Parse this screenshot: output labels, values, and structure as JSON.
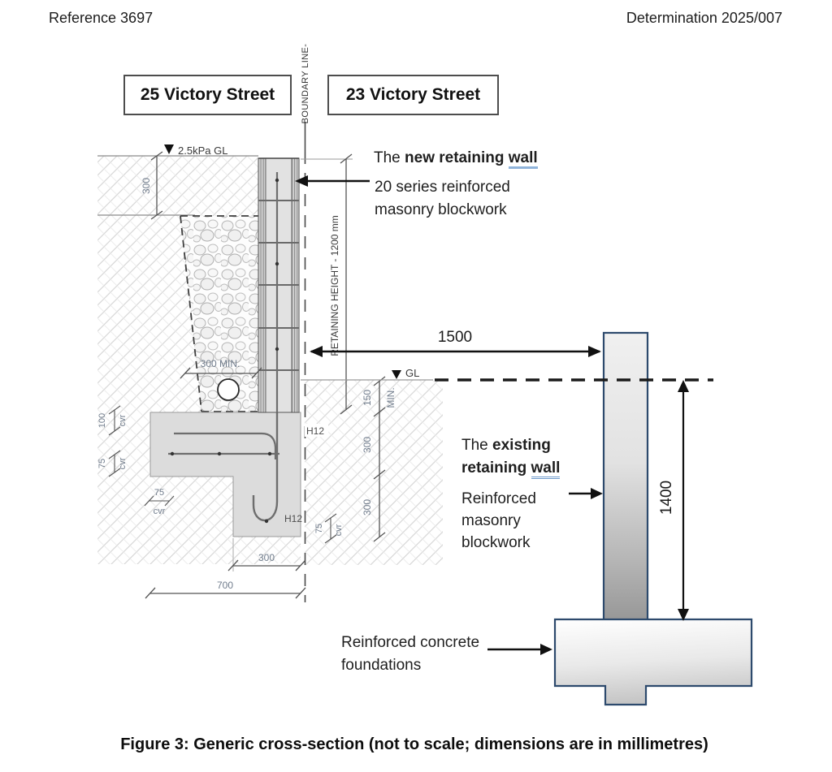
{
  "header": {
    "left": "Reference 3697",
    "right": "Determination 2025/007"
  },
  "properties": {
    "left": "25 Victory Street",
    "right": "23 Victory Street"
  },
  "boundary_label": "BOUNDARY LINE-",
  "new_wall": {
    "title_pre": "The ",
    "title_bold": "new retaining ",
    "title_wall": "wall",
    "desc1": "20 series reinforced",
    "desc2": "masonry blockwork"
  },
  "existing_wall": {
    "title_pre": "The ",
    "title_bold1": "existing",
    "title_bold2": "retaining ",
    "title_wall": "wall",
    "desc1": "Reinforced",
    "desc2": "masonry",
    "desc3": "blockwork"
  },
  "foundations": {
    "line1": "Reinforced concrete",
    "line2": "foundations"
  },
  "dims": {
    "surcharge": "2.5kPa GL",
    "top_300": "300",
    "gravel_300min": "300 MIN.",
    "retaining_height": "RETAINING HEIGHT - 1200 mm",
    "gap_1500": "1500",
    "gl": "GL",
    "r150": "150",
    "min": "MIN.",
    "r300a": "300",
    "r300b": "300",
    "c100": "100",
    "c75": "75",
    "cvr": "cvr",
    "h12": "H12",
    "toe_300": "300",
    "base_700": "700",
    "existing_1400": "1400"
  },
  "caption": "Figure 3: Generic cross-section (not to scale; dimensions are in millimetres)"
}
